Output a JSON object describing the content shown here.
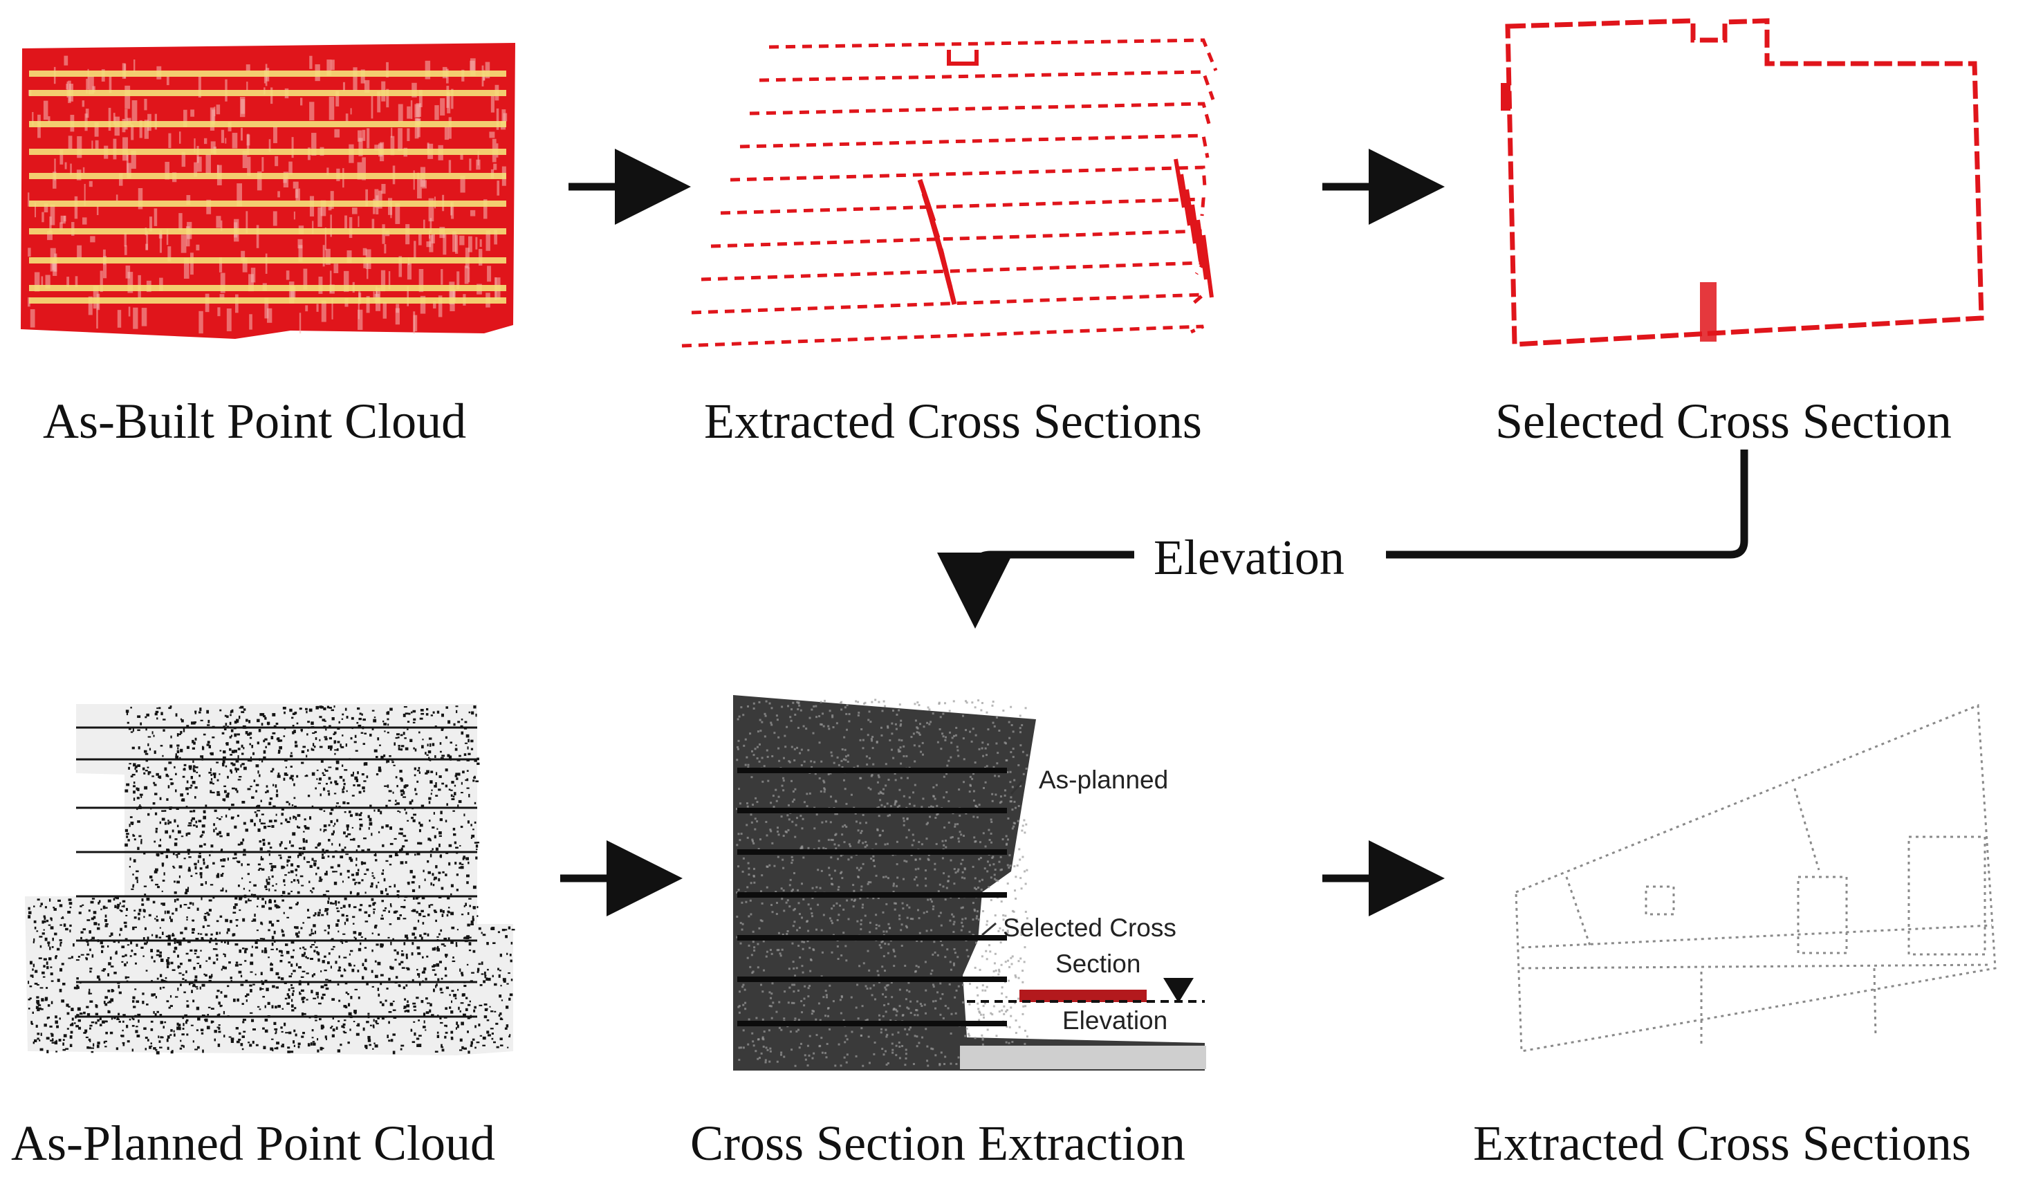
{
  "captions": {
    "as_built": "As-Built Point Cloud",
    "extracted_top": "Extracted Cross Sections",
    "selected": "Selected Cross Section",
    "elevation_flow": "Elevation",
    "as_planned": "As-Planned Point Cloud",
    "extraction": "Cross Section Extraction",
    "extracted_bottom": "Extracted Cross Sections"
  },
  "annotations": {
    "as_planned": "As-planned",
    "selected_line1": "Selected Cross",
    "selected_line2": "Section",
    "elevation": "Elevation"
  },
  "colors": {
    "red_cloud": "#e0151b",
    "yellow_band": "#f5e17a",
    "black_cloud": "#141414",
    "section_red": "#b3191d",
    "arrow": "#111111"
  }
}
